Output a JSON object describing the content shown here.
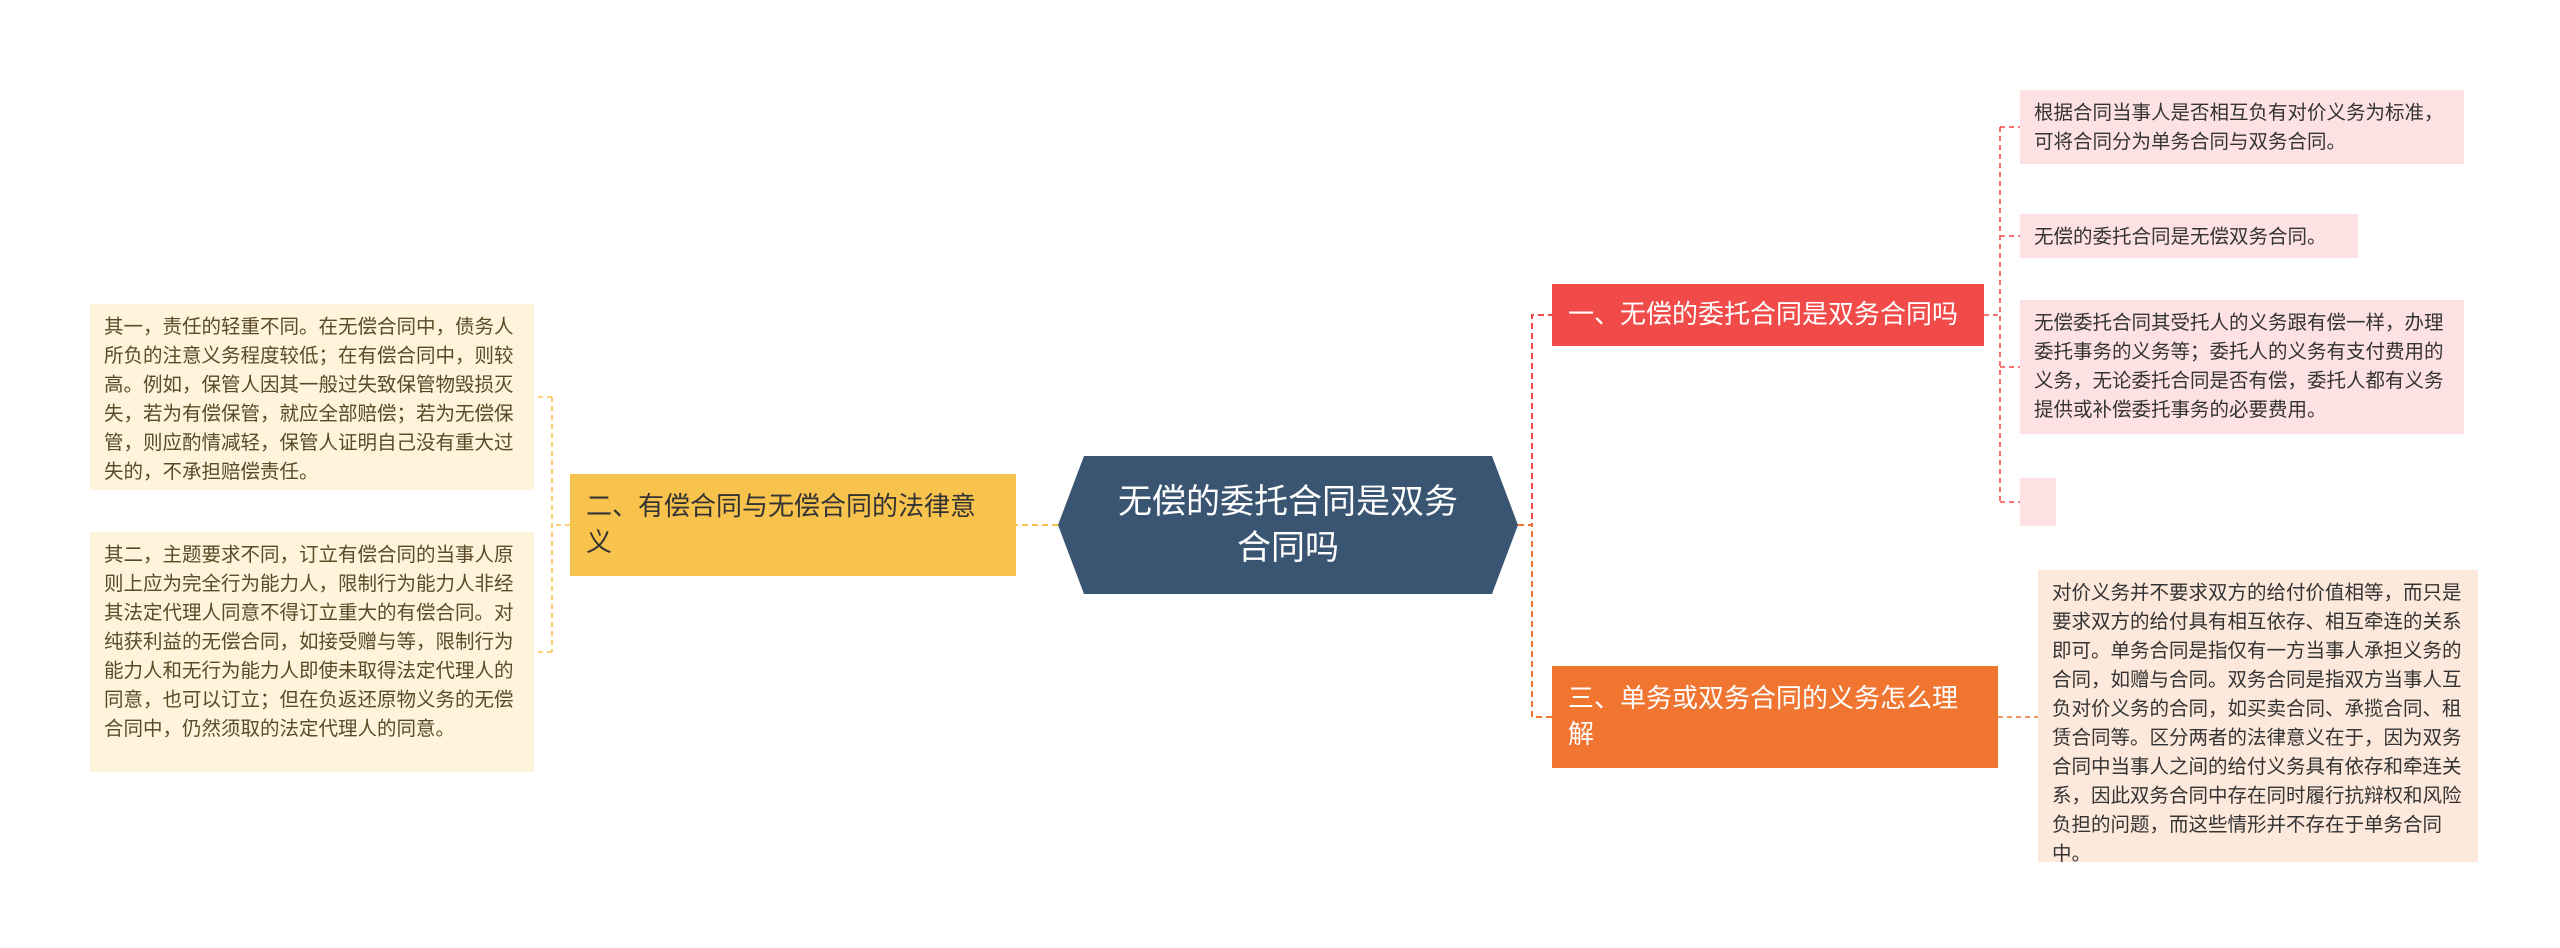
{
  "center": {
    "title": "无偿的委托合同是双务合同吗"
  },
  "branches": [
    {
      "label": "一、无偿的委托合同是双务合同吗",
      "color": "#f04a49",
      "children": [
        "根据合同当事人是否相互负有对价义务为标准，可将合同分为单务合同与双务合同。",
        "无偿的委托合同是无偿双务合同。",
        "无偿委托合同其受托人的义务跟有偿一样，办理委托事务的义务等；委托人的义务有支付费用的义务，无论委托合同是否有偿，委托人都有义务提供或补偿委托事务的必要费用。",
        ""
      ]
    },
    {
      "label": "二、有偿合同与无偿合同的法律意义",
      "color": "#f7c34d",
      "children": [
        "其一，责任的轻重不同。在无偿合同中，债务人所负的注意义务程度较低；在有偿合同中，则较高。例如，保管人因其一般过失致保管物毁损灭失，若为有偿保管，就应全部赔偿；若为无偿保管，则应酌情减轻，保管人证明自己没有重大过失的，不承担赔偿责任。",
        "其二，主题要求不同，订立有偿合同的当事人原则上应为完全行为能力人，限制行为能力人非经其法定代理人同意不得订立重大的有偿合同。对纯获利益的无偿合同，如接受赠与等，限制行为能力人和无行为能力人即使未取得法定代理人的同意，也可以订立；但在负返还原物义务的无偿合同中，仍然须取的法定代理人的同意。"
      ]
    },
    {
      "label": "三、单务或双务合同的义务怎么理解",
      "color": "#f07530",
      "children": [
        "对价义务并不要求双方的给付价值相等，而只是要求双方的给付具有相互依存、相互牵连的关系即可。单务合同是指仅有一方当事人承担义务的合同，如赠与合同。双务合同是指双方当事人互负对价义务的合同，如买卖合同、承揽合同、租赁合同等。区分两者的法律意义在于，因为双务合同中当事人之间的给付义务具有依存和牵连关系，因此双务合同中存在同时履行抗辩权和风险负担的问题，而这些情形并不存在于单务合同中。"
      ]
    }
  ],
  "colors": {
    "center": "#3a5572",
    "pink_leaf": "#fde1e3",
    "cream_leaf": "#fef4db",
    "peach_leaf": "#fde8dc"
  }
}
